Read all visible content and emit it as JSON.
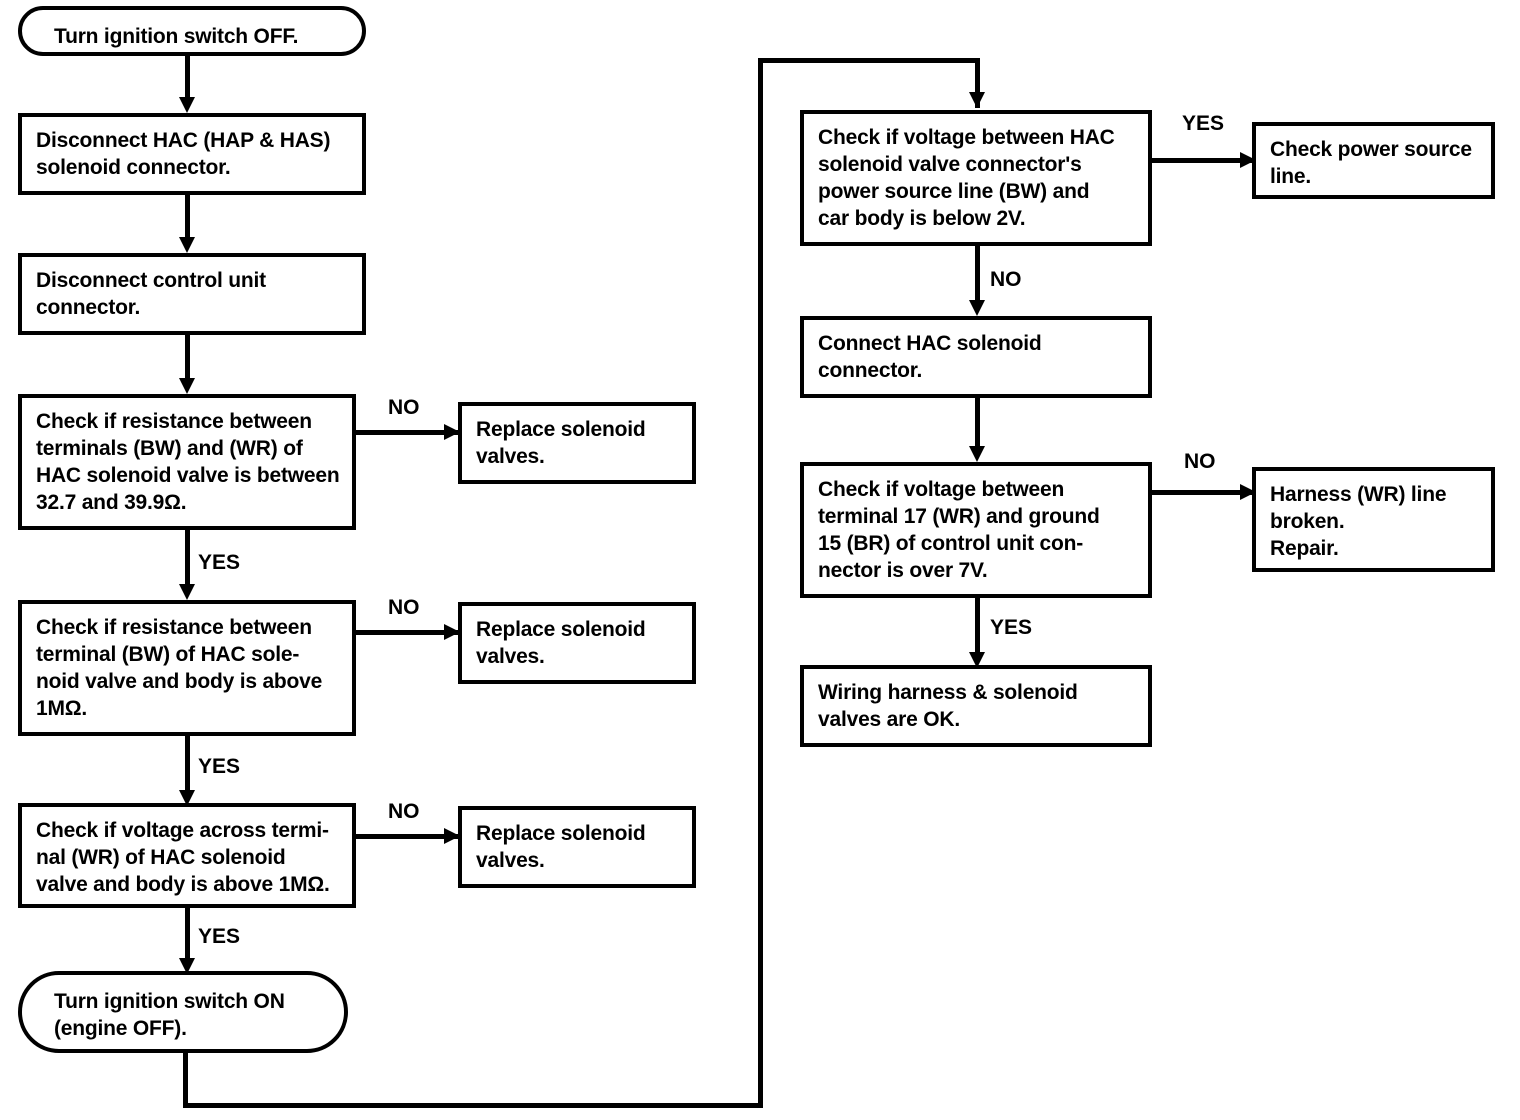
{
  "diagram": {
    "title": "HAC solenoid valve / wiring harness diagnostic flowchart",
    "line_color": "#000000",
    "background_color": "#ffffff"
  },
  "nodes": {
    "start": "Turn ignition switch OFF.",
    "disconnect_hac": "Disconnect HAC (HAP & HAS)\nsolenoid connector.",
    "disconnect_control_unit": "Disconnect control unit\nconnector.",
    "check_resistance_terminals": "Check if resistance between\nterminals (BW) and (WR) of\nHAC solenoid valve is between\n32.7 and 39.9Ω.",
    "replace_valves_1": "Replace solenoid\nvalves.",
    "check_resistance_bw_body": "Check if resistance between\nterminal (BW) of HAC sole-\nnoid valve and body is above\n1MΩ.",
    "replace_valves_2": "Replace solenoid\nvalves.",
    "check_voltage_wr_body": "Check if voltage across termi-\nnal (WR) of HAC solenoid\nvalve and body is above 1MΩ.",
    "replace_valves_3": "Replace solenoid\nvalves.",
    "ignition_on": "Turn ignition switch ON\n(engine OFF).",
    "check_voltage_power_source": "Check if voltage between HAC\nsolenoid valve connector's\npower source line (BW) and\ncar body is below 2V.",
    "check_power_source_line": "Check power source\nline.",
    "connect_hac": "Connect HAC solenoid\nconnector.",
    "check_voltage_terminal17": "Check if voltage between\nterminal 17 (WR) and ground\n15 (BR) of control unit con-\nnector is over 7V.",
    "harness_broken": "Harness (WR) line\nbroken.\nRepair.",
    "wiring_ok": "Wiring harness & solenoid\nvalves are OK."
  },
  "edge_labels": {
    "no_1": "NO",
    "yes_1": "YES",
    "no_2": "NO",
    "yes_2": "YES",
    "no_3": "NO",
    "yes_3": "YES",
    "yes_power": "YES",
    "no_power": "NO",
    "no_harness": "NO",
    "yes_final": "YES"
  }
}
